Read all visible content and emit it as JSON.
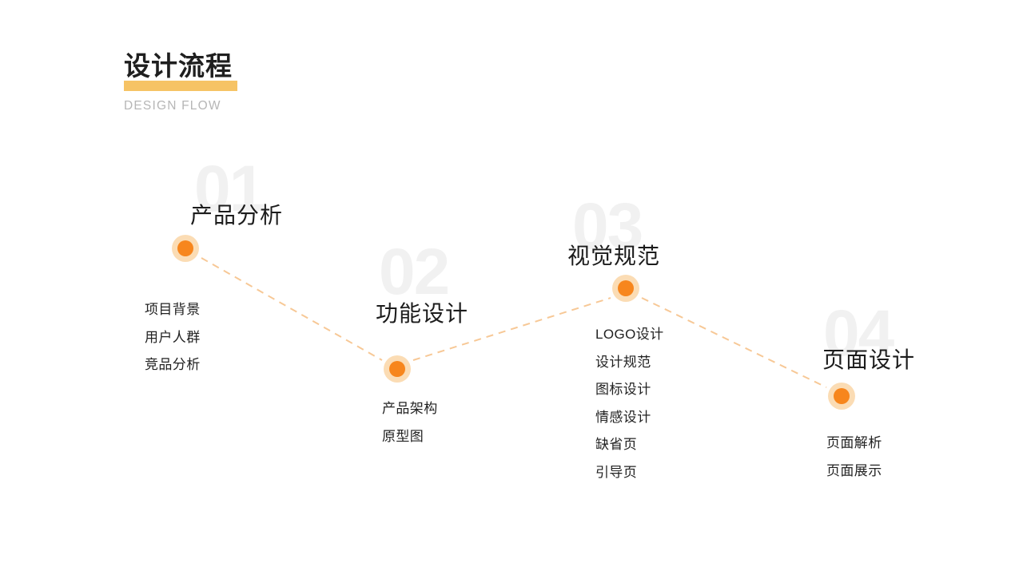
{
  "header": {
    "title": "设计流程",
    "subtitle": "DESIGN FLOW",
    "accent_color": "#f6c365",
    "title_color": "#1f1f1f",
    "subtitle_color": "#b6b6b6"
  },
  "theme": {
    "background": "#ffffff",
    "dot_ring_color": "#fbdcb4",
    "dot_core_color": "#f7861d",
    "connector_color": "#f7c896",
    "watermark_color": "#f1f1f1"
  },
  "steps": [
    {
      "number": "01",
      "heading": "产品分析",
      "items": [
        "项目背景",
        "用户人群",
        "竞品分析"
      ]
    },
    {
      "number": "02",
      "heading": "功能设计",
      "items": [
        "产品架构",
        "原型图"
      ]
    },
    {
      "number": "03",
      "heading": "视觉规范",
      "items": [
        "LOGO设计",
        "设计规范",
        "图标设计",
        "情感设计",
        "缺省页",
        "引导页"
      ]
    },
    {
      "number": "04",
      "heading": "页面设计",
      "items": [
        "页面解析",
        "页面展示"
      ]
    }
  ]
}
